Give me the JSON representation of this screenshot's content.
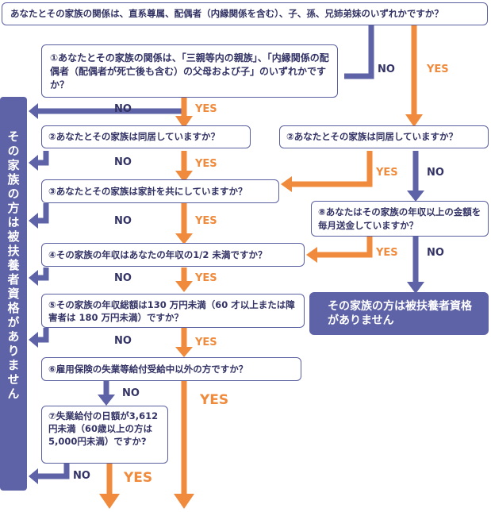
{
  "boxes": {
    "q0": "あなたとその家族の関係は、直系尊属、配偶者（内縁関係を含む）、子、孫、兄姉弟妹のいずれかですか？",
    "q1": "①あなたとその家族の関係は、「三親等内の親族」、「内縁関係の配偶者（配偶者が死亡後も含む）の父母および子」のいずれかですか？",
    "q2_left": "②あなたとその家族は同居していますか？",
    "q2_right": "②あなたとその家族は同居していますか？",
    "q3": "③あなたとその家族は家計を共にしていますか？",
    "q8": "⑧あなたはその家族の年収以上の金額を毎月送金していますか？",
    "q4": "④その家族の年収はあなたの年収の1/2 未満ですか？",
    "q5": "⑤その家族の年収総額は130 万円未満（60 才以上または障害者は 180 万円未満）ですか？",
    "q6": "⑥雇用保険の失業等給付受給中以外の方ですか？",
    "q7": "⑦失業給付の日額が3,612 円未満（60歳以上の方は5,000円未満）ですか?",
    "no_qualify_right": "その家族の方は被扶養者資格がありません",
    "no_qualify_left": "その家族の方は被扶養者資格がありません"
  },
  "labels": {
    "yes": "YES",
    "no": "NO"
  },
  "colors": {
    "navy": "#5e62a6",
    "orange": "#f08a3c"
  }
}
